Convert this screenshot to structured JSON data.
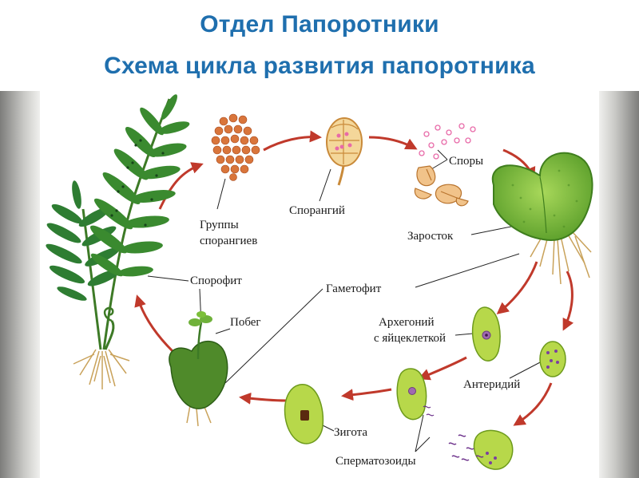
{
  "title": {
    "line1": "Отдел Папоротники",
    "line2": "Схема цикла развития папоротника"
  },
  "labels": {
    "sori_1": "Группы",
    "sori_2": "спорангиев",
    "sporangium": "Спорангий",
    "spores": "Споры",
    "prothallus": "Заросток",
    "gametophyte": "Гаметофит",
    "sporophyte": "Спорофит",
    "shoot": "Побег",
    "archegonium_1": "Архегоний",
    "archegonium_2": "с яйцеклеткой",
    "antheridium": "Антеридий",
    "zygote": "Зигота",
    "sperm": "Сперматозоиды"
  },
  "colors": {
    "title": "#1f6fae",
    "arrow": "#c0392b",
    "leaf_dark": "#2e7d32",
    "leaf_light": "#7cbf3a",
    "sori": "#d9753b",
    "cell": "#b7d84a"
  }
}
